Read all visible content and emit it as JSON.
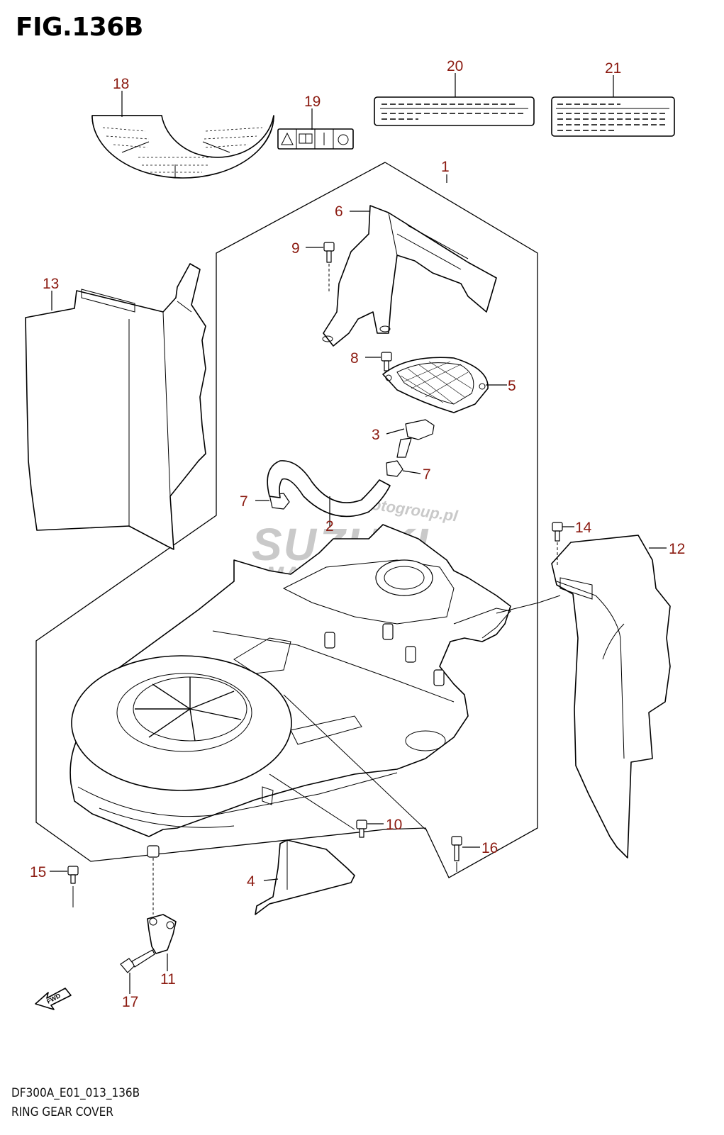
{
  "title": "FIG.136B",
  "footer": {
    "code": "DF300A_E01_013_136B",
    "name": "RING GEAR COVER"
  },
  "watermark": {
    "brand": "SUZUKI",
    "sub": "MARINE PARTS",
    "site": "Motogroup.pl"
  },
  "fwd_label": "FWD",
  "callouts": [
    {
      "num": "1"
    },
    {
      "num": "2"
    },
    {
      "num": "3"
    },
    {
      "num": "4"
    },
    {
      "num": "5"
    },
    {
      "num": "6"
    },
    {
      "num": "7"
    },
    {
      "num": "7"
    },
    {
      "num": "8"
    },
    {
      "num": "9"
    },
    {
      "num": "10"
    },
    {
      "num": "11"
    },
    {
      "num": "12"
    },
    {
      "num": "13"
    },
    {
      "num": "14"
    },
    {
      "num": "15"
    },
    {
      "num": "16"
    },
    {
      "num": "17"
    },
    {
      "num": "18"
    },
    {
      "num": "19"
    },
    {
      "num": "20"
    },
    {
      "num": "21"
    }
  ],
  "colors": {
    "callout": "#8b1a10",
    "watermark": "#c9c9c9",
    "line": "#000000"
  }
}
